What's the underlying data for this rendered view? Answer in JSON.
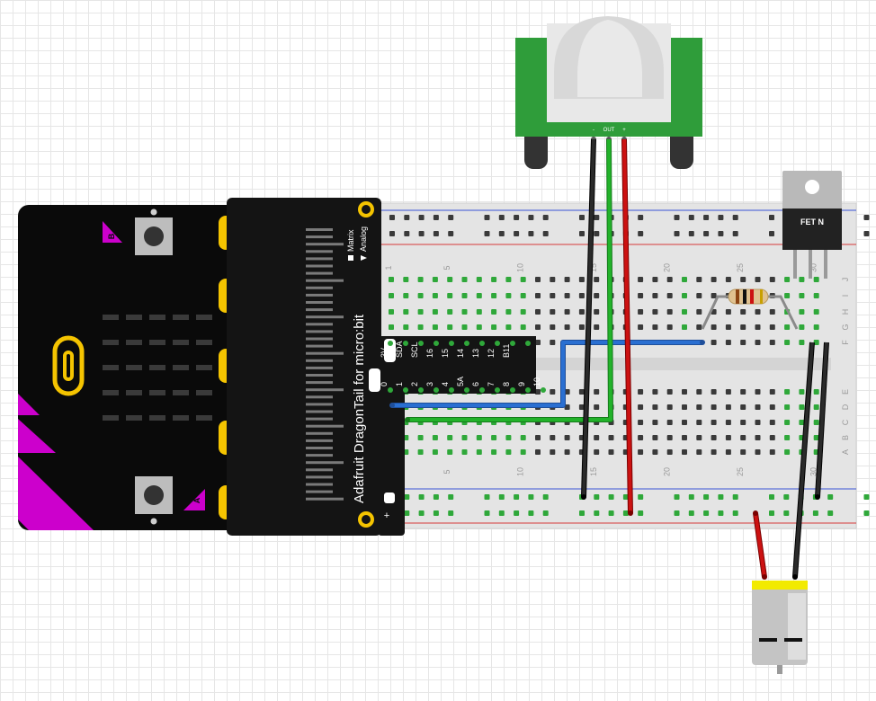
{
  "microbit": {
    "button_a_label": "A",
    "button_b_label": "B"
  },
  "dragontail": {
    "title": "Adafruit DragonTail for micro:bit",
    "legend_matrix": "Matrix",
    "legend_analog": "Analog",
    "pins_top": [
      "3V",
      "SDA",
      "SCL",
      "16",
      "15",
      "14",
      "13",
      "12",
      "B11",
      ""
    ],
    "pins_bottom": [
      "0",
      "1",
      "2",
      "3",
      "4",
      "5A",
      "6",
      "7",
      "8",
      "9",
      "10"
    ]
  },
  "breadboard": {
    "column_numbers": [
      "1",
      "5",
      "10",
      "15",
      "20",
      "25",
      "30"
    ],
    "row_letters_top": [
      "J",
      "I",
      "H",
      "G",
      "F"
    ],
    "row_letters_bottom": [
      "E",
      "D",
      "C",
      "B",
      "A"
    ],
    "rail_minus": "−",
    "rail_plus": "+"
  },
  "pir_sensor": {
    "pin_labels": [
      "-",
      "OUT",
      "+"
    ]
  },
  "mosfet": {
    "label": "FET N"
  },
  "colors": {
    "black_wire": "#1a1a1a",
    "green_wire": "#22b22a",
    "red_wire": "#cc1111",
    "blue_wire": "#2a6fd1",
    "pcb_green": "#2f9d3a",
    "microbit_magenta": "#cc00cc",
    "gold": "#f5c400",
    "motor_yellow": "#f2ea00"
  }
}
